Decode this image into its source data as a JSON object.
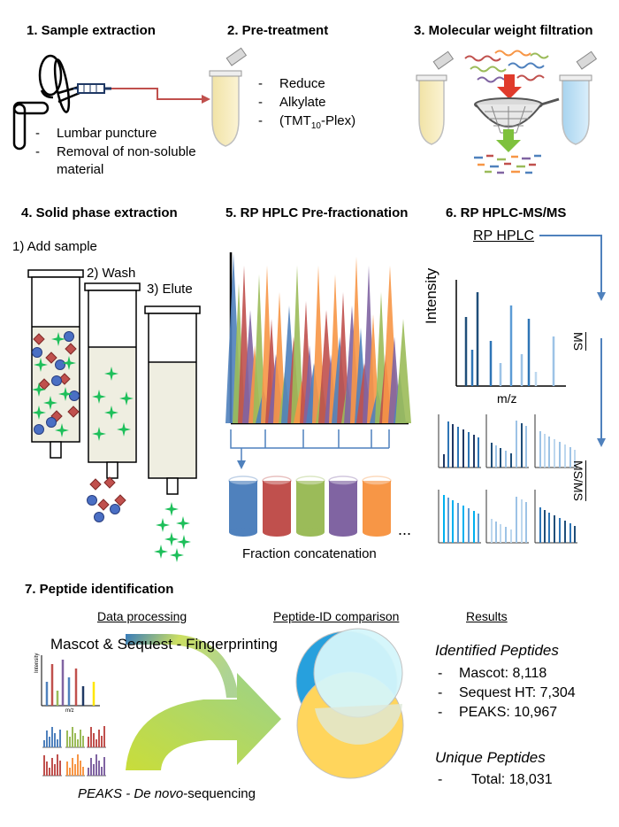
{
  "s1": {
    "title": "1. Sample extraction",
    "items": [
      "Lumbar puncture",
      "Removal of non-soluble",
      "material"
    ]
  },
  "s2": {
    "title": "2. Pre-treatment",
    "items": [
      "Reduce",
      "Alkylate"
    ],
    "tmt_pre": "(TMT",
    "tmt_sub": "10",
    "tmt_post": "-Plex)"
  },
  "s3": {
    "title": "3. Molecular weight filtration"
  },
  "s4": {
    "title": "4. Solid phase extraction",
    "steps": [
      "1) Add sample",
      "2) Wash",
      "3) Elute"
    ]
  },
  "s5": {
    "title": "5. RP HPLC Pre-fractionation",
    "caption": "Fraction concatenation",
    "ellipsis": "..."
  },
  "s6": {
    "title": "6. RP HPLC-MS/MS",
    "rp": "RP HPLC",
    "ylabel": "Intensity",
    "xlabel": "m/z",
    "ms": "MS",
    "msms": "MS/MS"
  },
  "s7": {
    "title": "7. Peptide identification",
    "col1": "Data processing",
    "col2": "Peptide-ID comparison",
    "col3": "Results",
    "mascot": "Mascot & Sequest - Fingerprinting",
    "peaks_a": "PEAKS - ",
    "peaks_b": "De novo",
    "peaks_c": "-sequencing",
    "mini_y": "Intensity",
    "mini_x": "m/z",
    "identified": "Identified Peptides",
    "results": [
      "Mascot: 8,118",
      "Sequest HT: 7,304",
      "PEAKS: 10,967"
    ],
    "unique": "Unique Peptides",
    "total": "Total: 18,031"
  },
  "colors": {
    "hplc_blue": "#4f81bd",
    "hplc_red": "#c0504d",
    "hplc_green": "#9bbb59",
    "hplc_purple": "#8064a2",
    "hplc_orange": "#f79646",
    "navy": "#1f3864",
    "arrow_red": "#c0504d",
    "flow_blue": "#4f81bd"
  }
}
